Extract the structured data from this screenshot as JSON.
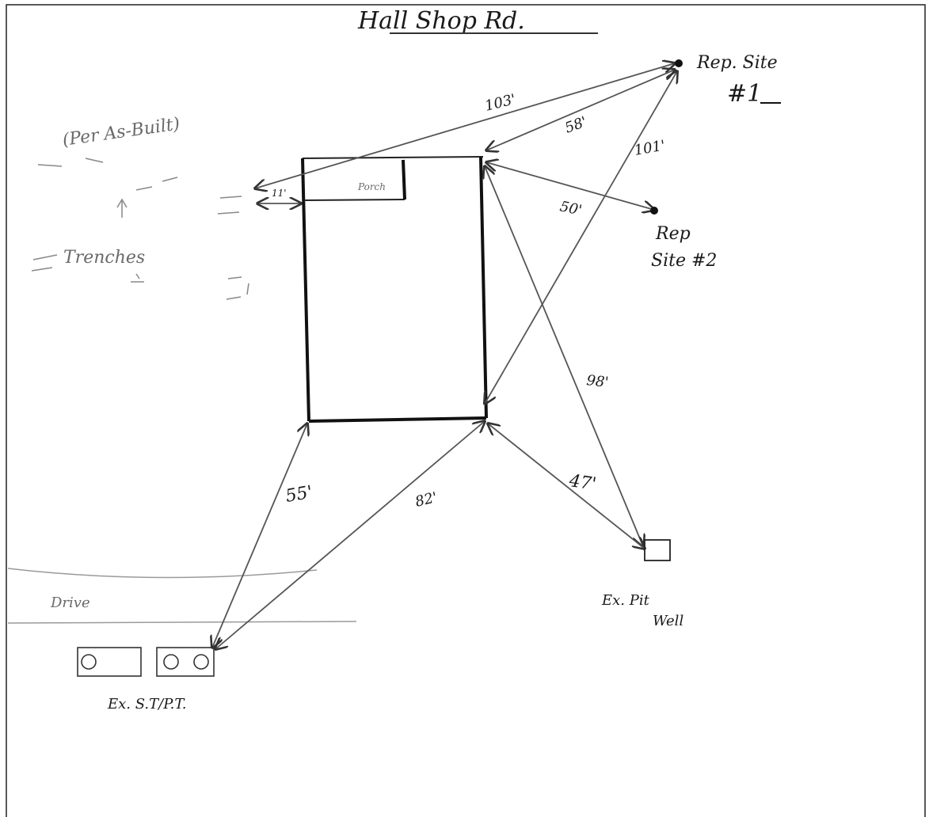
{
  "road": {
    "label": "Hall Shop Rd."
  },
  "note": {
    "label": "(Per As-Built)"
  },
  "trenches": {
    "label": "Trenches"
  },
  "porch": {
    "label": "Porch"
  },
  "drive": {
    "label": "Drive"
  },
  "sites": {
    "site1": {
      "line1": "Rep. Site",
      "line2": "#1"
    },
    "site2": {
      "line1": "Rep",
      "line2": "Site #2"
    }
  },
  "well": {
    "line1": "Ex. Pit",
    "line2": "Well"
  },
  "tanks": {
    "label": "Ex. S.T/P.T."
  },
  "distances": {
    "d103": "103'",
    "d58": "58'",
    "d101": "101'",
    "d50": "50'",
    "d11": "11'",
    "d98": "98'",
    "d55": "55'",
    "d82": "82'",
    "d47": "47'"
  },
  "colors": {
    "ink": "#1a1a1a",
    "pencil": "#6a6a6a",
    "paper": "#ffffff"
  }
}
